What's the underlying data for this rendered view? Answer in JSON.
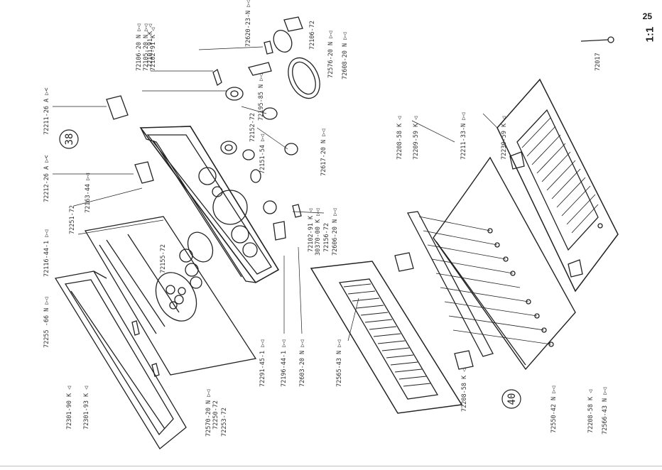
{
  "page": {
    "number": "25",
    "scale": "1:1"
  },
  "callouts": {
    "group_38": "38",
    "group_40": "40"
  },
  "parts_group_38": [
    "72211-26 A ▷<",
    "72212-26 A ▷<",
    "72163-44 ▷◁",
    "72251-72",
    "72116-44-1 ▷◁",
    "72255 -66 N ▷◁",
    "72301-90 K ◁",
    "72301-93 K ◁",
    "72101-91 K ◁",
    "72106-20 N ▷◁",
    "72105-20 N ▷◁",
    "72102-91 K ◁",
    "72620-23-N ▷◁",
    "72106-72",
    "72576-20 N ▷◁",
    "72608-20 N ▷◁",
    "72195-85 N ▷◁",
    "72152-72",
    "72151-54 ▷◁",
    "72617-20 N ▷◁",
    "72102-91 K ◁",
    "30370-00 K ▷◁",
    "72156-72",
    "72606-20 N ▷◁",
    "72155-72",
    "72291-45-1 ▷◁",
    "72196-44-1 ▷◁",
    "72603-20 N ▷◁",
    "72570-20 N ▷◁",
    "72250-72",
    "72253-72"
  ],
  "parts_group_40": [
    "72208-58 K ◁",
    "72209-59 K ◁",
    "72211-33-N ▷◁",
    "72230-59 K ◁",
    "72208-58 K ◁",
    "72550-42 N ▷◁",
    "72208-58 K ◁",
    "72566-43 N ▷◁",
    "72565-43 N ▷◁"
  ],
  "parts_misc": [
    "72017"
  ]
}
